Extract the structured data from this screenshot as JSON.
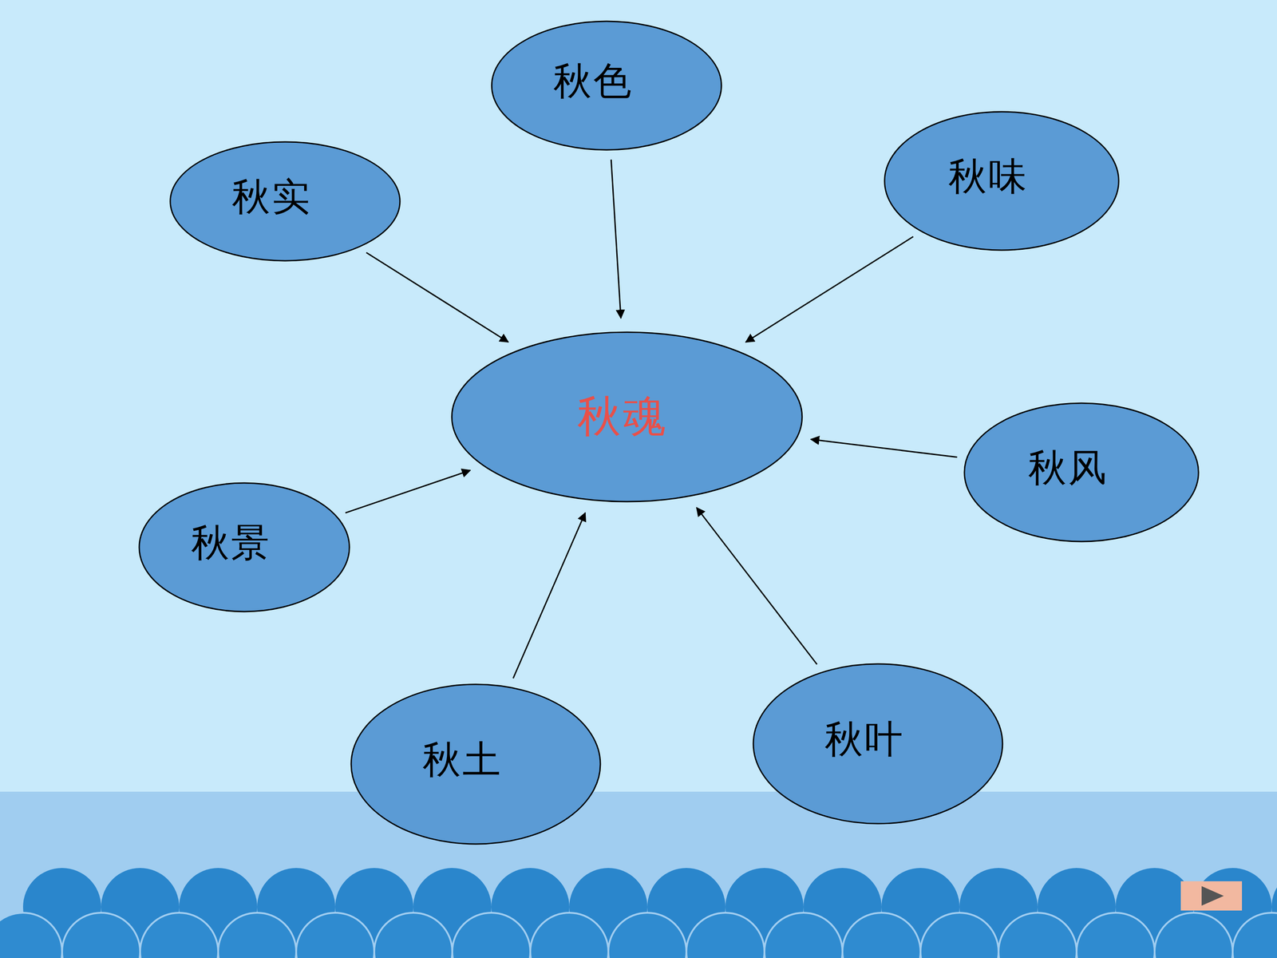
{
  "diagram": {
    "nodes": [
      {
        "text": [
          "秋色"
        ]
      },
      {
        "text": [
          "秋实"
        ]
      },
      {
        "text": [
          "秋味"
        ]
      },
      {
        "text": [
          "秋魂"
        ]
      },
      {
        "text": [
          "秋风"
        ]
      },
      {
        "text": [
          "秋景"
        ]
      },
      {
        "text": [
          "秋土"
        ]
      },
      {
        "text": [
          "秋叶"
        ]
      }
    ],
    "edges": [
      {
        "from": 0,
        "to": 3,
        "arrow": "to"
      },
      {
        "from": 1,
        "to": 3,
        "arrow": "to"
      },
      {
        "from": 2,
        "to": 3,
        "arrow": "to"
      },
      {
        "from": 4,
        "to": 3,
        "arrow": "to"
      },
      {
        "from": 5,
        "to": 3,
        "arrow": "to"
      },
      {
        "from": 6,
        "to": 3,
        "arrow": "to"
      },
      {
        "from": 7,
        "to": 3,
        "arrow": "to"
      }
    ]
  }
}
